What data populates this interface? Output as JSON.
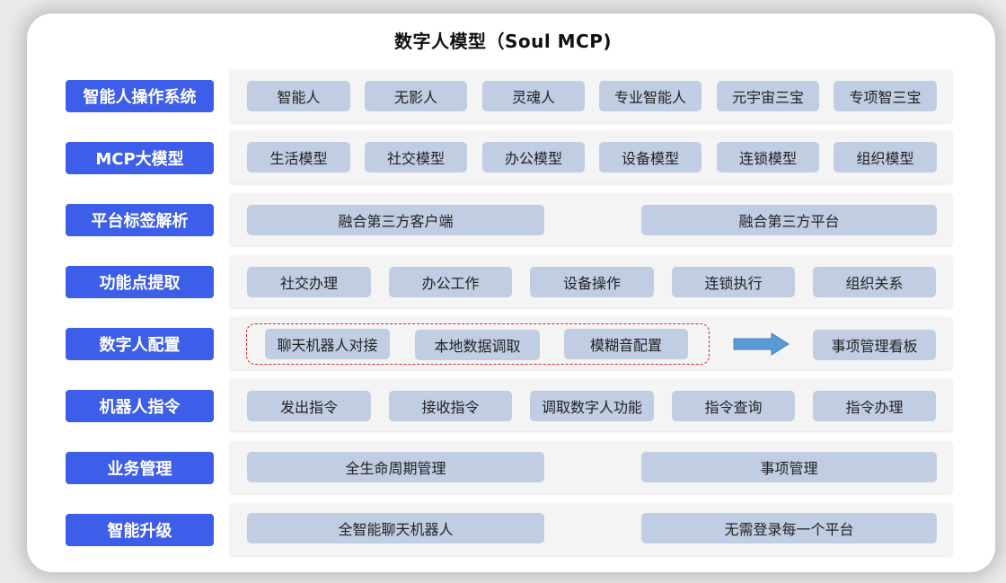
{
  "title": "数字人模型（Soul MCP)",
  "rows": [
    {
      "label": "智能人操作系统",
      "items": [
        "智能人",
        "无影人",
        "灵魂人",
        "专业智能人",
        "元宇宙三宝",
        "专项智三宝"
      ]
    },
    {
      "label": "MCP大模型",
      "items": [
        "生活模型",
        "社交模型",
        "办公模型",
        "设备模型",
        "连锁模型",
        "组织模型"
      ]
    },
    {
      "label": "平台标签解析",
      "items": [
        "融合第三方客户端",
        "融合第三方平台"
      ]
    },
    {
      "label": "功能点提取",
      "items": [
        "社交办理",
        "办公工作",
        "设备操作",
        "连锁执行",
        "组织关系"
      ]
    },
    {
      "label": "数字人配置",
      "items": [
        "聊天机器人对接",
        "本地数据调取",
        "模糊音配置"
      ],
      "arrow_target": "事项管理看板"
    },
    {
      "label": "机器人指令",
      "items": [
        "发出指令",
        "接收指令",
        "调取数字人功能",
        "指令查询",
        "指令办理"
      ]
    },
    {
      "label": "业务管理",
      "items": [
        "全生命周期管理",
        "事项管理"
      ]
    },
    {
      "label": "智能升级",
      "items": [
        "全智能聊天机器人",
        "无需登录每一个平台"
      ]
    }
  ],
  "colors": {
    "label_bg": "#3d5ee8",
    "chip_bg": "#c1cde3",
    "panel_bg": "#f4f4f4",
    "dashed_border": "#e02424",
    "arrow": "#5b9bd5"
  },
  "icons": {
    "flow_arrow": "right-arrow-icon"
  }
}
